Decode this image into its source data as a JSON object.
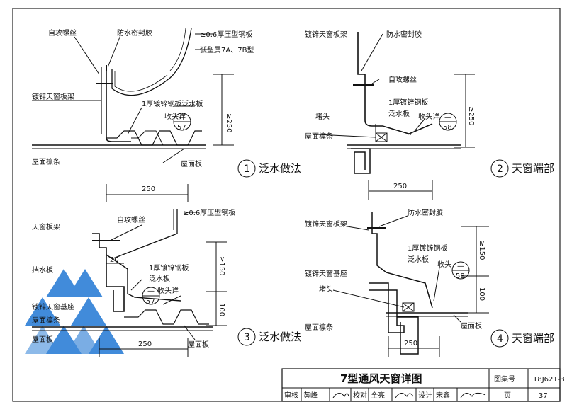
{
  "d1": {
    "labels": {
      "screw": "自攻螺丝",
      "sealant": "防水密封胶",
      "sheet": "≥0.6厚压型钢板",
      "arc": "弧型属7A、7B型",
      "frame": "镀锌天窗板架",
      "flash": "1厚镀锌钢板泛水板",
      "edge": "收头详",
      "purlin": "屋面檩条",
      "roof": "屋面板"
    },
    "ref_top": "—",
    "ref_bottom": "57",
    "dim_v": "≥250",
    "dim_h": "250",
    "num": "1",
    "title": "泛水做法"
  },
  "d2": {
    "labels": {
      "frame": "镀锌天窗板架",
      "sealant": "防水密封胶",
      "screw": "自攻螺丝",
      "flash1": "1厚镀锌钢板",
      "flash2": "泛水板",
      "edge": "收头详",
      "plug": "堵头",
      "purlin": "屋面檩条"
    },
    "ref_top": "—",
    "ref_bottom": "58",
    "dim_v": "≥250",
    "dim_h": "250",
    "num": "2",
    "title": "天窗端部"
  },
  "d3": {
    "labels": {
      "frame": "天窗板架",
      "screw": "自攻螺丝",
      "sheet": "≥0.6厚压型钢板",
      "baffle": "挡水板",
      "flash1": "1厚镀锌钢板",
      "flash2": "泛水板",
      "edge": "收头详",
      "base": "镀锌天窗基座",
      "purlin": "屋面檩条",
      "roof": "屋面板"
    },
    "ref_top": "—",
    "ref_bottom": "57",
    "dim_20": "20",
    "dim_v1": "≥150",
    "dim_v2": "100",
    "dim_h": "250",
    "num": "3",
    "title": "泛水做法"
  },
  "d4": {
    "labels": {
      "sealant": "防水密封胶",
      "frame": "镀锌天窗板架",
      "flash1": "1厚镀锌钢板",
      "flash2": "泛水板",
      "edge": "收头",
      "base": "镀锌天窗基座",
      "plug": "堵头",
      "purlin": "屋面檩条",
      "roof": "屋面板"
    },
    "ref_top": "—",
    "ref_bottom": "58",
    "dim_v1": "≥150",
    "dim_v2": "100",
    "dim_h": "250",
    "num": "4",
    "title": "天窗端部"
  },
  "title_block": {
    "drawing_title": "7型通风天窗详图",
    "atlas_label": "图集号",
    "atlas_no": "18J621-3",
    "review_label": "审核",
    "reviewer": "黄峰",
    "check_label": "校对",
    "checker": "全亮",
    "design_label": "设计",
    "designer": "宋鑫",
    "page_label": "页",
    "page_no": "37"
  }
}
